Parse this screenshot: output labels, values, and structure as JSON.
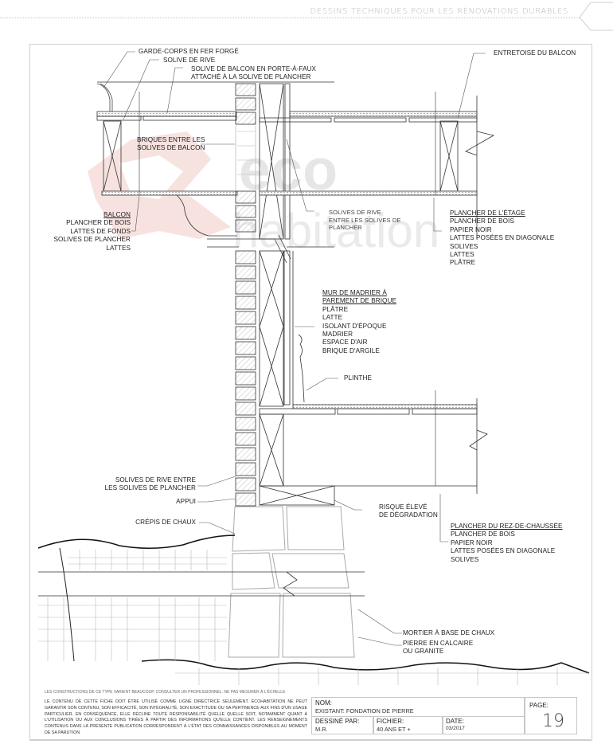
{
  "header": {
    "title": "DESSINS TECHNIQUES POUR LES RÉNOVATIONS DURABLES"
  },
  "watermark": {
    "line1": "eco",
    "line2": "habitation",
    "logo_color": "#e8b4ae",
    "text_color": "#e2e2e2"
  },
  "labels": {
    "garde_corps": "GARDE-CORPS EN FER FORGÉ",
    "solive_rive": "SOLIVE DE RIVE",
    "solive_balcon_1": "SOLIVE DE BALCON EN PORTE-À-FAUX",
    "solive_balcon_2": "ATTACHÉ À LA SOLIVE DE PLANCHER",
    "entretoise": "ENTRETOISE DU BALCON",
    "briques_1": "BRIQUES ENTRE LES",
    "briques_2": "SOLIVES DE BALCON",
    "balcon": {
      "title": "BALCON",
      "items": [
        "PLANCHER DE BOIS",
        "LATTES DE FONDS",
        "SOLIVES DE PLANCHER",
        "LATTES"
      ]
    },
    "solives_rive_1": "SOLIVES DE RIVE",
    "solives_rive_2": "ENTRE LES SOLIVES DE",
    "solives_rive_3": "PLANCHER",
    "plancher_etage": {
      "title": "PLANCHER DE L'ÉTAGE",
      "items": [
        "PLANCHER DE BOIS",
        "PAPIER NOIR",
        "LATTES POSÉES EN DIAGONALE",
        "SOLIVES",
        "LATTES",
        "PLÂTRE"
      ]
    },
    "mur": {
      "title_1": "MUR DE MADRIER À",
      "title_2": "PAREMENT DE BRIQUE",
      "items": [
        "PLÂTRE",
        "LATTE",
        "ISOLANT D'ÉPOQUE",
        "MADRIER",
        "ESPACE D'AIR",
        "BRIQUE D'ARGILE"
      ]
    },
    "plinthe": "PLINTHE",
    "solives_rive_entre_1": "SOLIVES DE RIVE ENTRE",
    "solives_rive_entre_2": "LES SOLIVES DE PLANCHER",
    "appui": "APPUI",
    "crepis": "CRÉPIS DE CHAUX",
    "risque_1": "RISQUE ÉLEVÉ",
    "risque_2": "DE DÉGRADATION",
    "plancher_rdc": {
      "title": "PLANCHER DU REZ-DE-CHAUSSÉE",
      "items": [
        "PLANCHER DE BOIS",
        "PAPIER NOIR",
        "LATTES POSÉES EN DIAGONALE",
        "SOLIVES"
      ]
    },
    "mortier": "MORTIER À BASE DE CHAUX",
    "pierre_1": "PIERRE EN CALCAIRE",
    "pierre_2": "OU GRANITE"
  },
  "footer": {
    "scale_note": "LES CONSTRUCTIONS DE CE TYPE VARIENT BEAUCOUP. CONSULTER UN PROFESSIONNEL. NE PAS MESURER À L'ÉCHELLE",
    "disclaimer": "LE CONTENU DE CETTE FICHE DOIT ÊTRE UTILISÉ COMME LIGNE DIRECTRICE SEULEMENT. ÉCOHABITATION NE PEUT GARANTIR SON CONTENU, SON EFFICACITÉ, SON INTÉGRALITÉ, SON EXACTITUDE OU SA PERTINENCE AUX FINS D'UN USAGE PARTICULIER. EN CONSÉQUENCE, ELLE DÉCLINE TOUTE RESPONSABILITÉ QUELLE QUELLE SOIT, NOTAMMENT QUANT À L'UTILISATION OU AUX CONCLUSIONS TIRÉES À PARTIR DES INFORMATIONS QU'ELLE CONTIENT. LES RENSEIGNEMENTS CONTENUS DANS LA PRÉSENTE PUBLICATION CORRESPONDENT À L'ÉTAT DES CONNAISSANCES DISPONIBLES AU MOMENT DE SA PARUTION."
  },
  "title_block": {
    "nom_label": "NOM:",
    "nom_value": "EXISTANT: FONDATION DE PIERRE",
    "dessine_label": "DESSINÉ PAR:",
    "dessine_value": "M.R.",
    "fichier_label": "FICHIER:",
    "fichier_value": "40 ANS ET +",
    "date_label": "DATE:",
    "date_value": "03/2017",
    "page_label": "PAGE:",
    "page_value": "19"
  }
}
